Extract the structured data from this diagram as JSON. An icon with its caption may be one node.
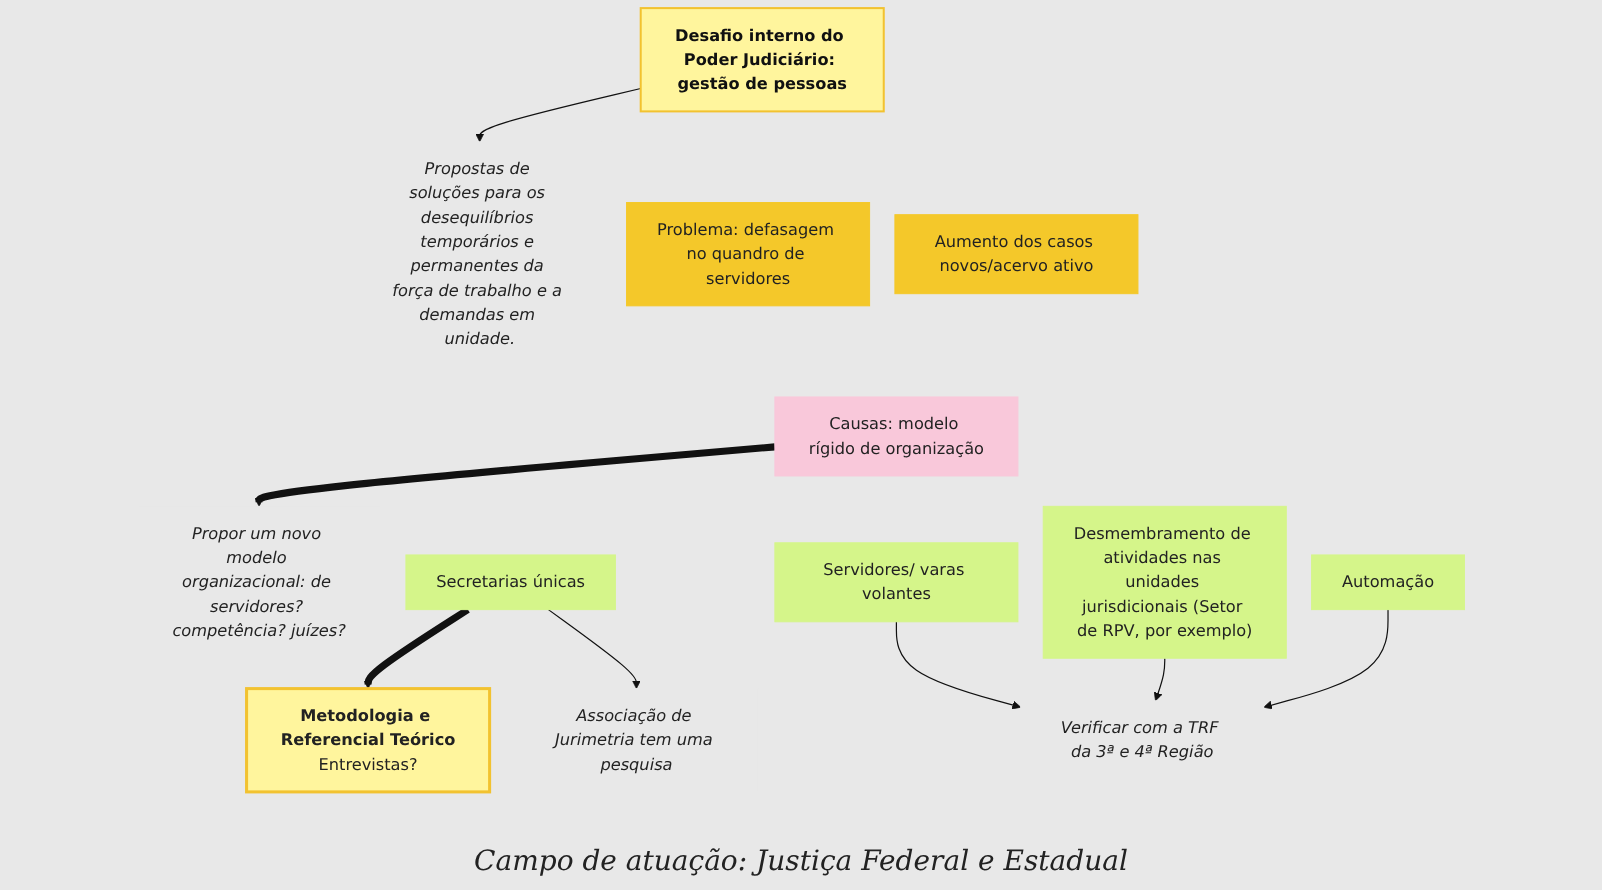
{
  "diagram": {
    "nodes": [
      {
        "text": [
          "Desafio interno do Poder Judiciário: gestão de pessoas"
        ]
      },
      {
        "text": [
          "Propostas de soluções para os desequilíbrios temporários e permanentes da força de trabalho e a demandas em unidade."
        ]
      },
      {
        "text": [
          "Problema: defasagem no quandro de servidores"
        ]
      },
      {
        "text": [
          "Aumento dos casos novos/acervo ativo"
        ]
      },
      {
        "text": [
          "Causas: modelo rígido de organização"
        ]
      },
      {
        "text": [
          "Propor um novo modelo organizacional: de servidores? competência? juízes?"
        ]
      },
      {
        "text": [
          "Metodologia e Referencial Teórico",
          "Entrevistas?"
        ]
      },
      {
        "text": [
          "Secretarias únicas"
        ]
      },
      {
        "text": [
          "Servidores/ varas volantes"
        ]
      },
      {
        "text": [
          "Desmembramento de atividades nas unidades jurisdicionais (Setor de RPV, por exemplo)"
        ]
      },
      {
        "text": [
          "Automação"
        ]
      },
      {
        "text": [
          "Associação de Jurimetria tem uma pesquisa"
        ]
      },
      {
        "text": [
          "Verificar com a TRF da 3ª e 4ª Região"
        ]
      }
    ],
    "edges": [
      {
        "from": 0,
        "to": 1,
        "arrow": "to"
      },
      {
        "from": 4,
        "to": 5,
        "arrow": "to",
        "style": "thick"
      },
      {
        "from": 7,
        "to": 6,
        "arrow": "to",
        "style": "thick"
      },
      {
        "from": 7,
        "to": 11,
        "arrow": "to"
      },
      {
        "from": 8,
        "to": 12,
        "arrow": "to"
      },
      {
        "from": 9,
        "to": 12,
        "arrow": "to"
      },
      {
        "from": 10,
        "to": 12,
        "arrow": "to"
      }
    ],
    "labels": [
      "Campo de atuação: Justiça Federal e Estadual"
    ]
  }
}
